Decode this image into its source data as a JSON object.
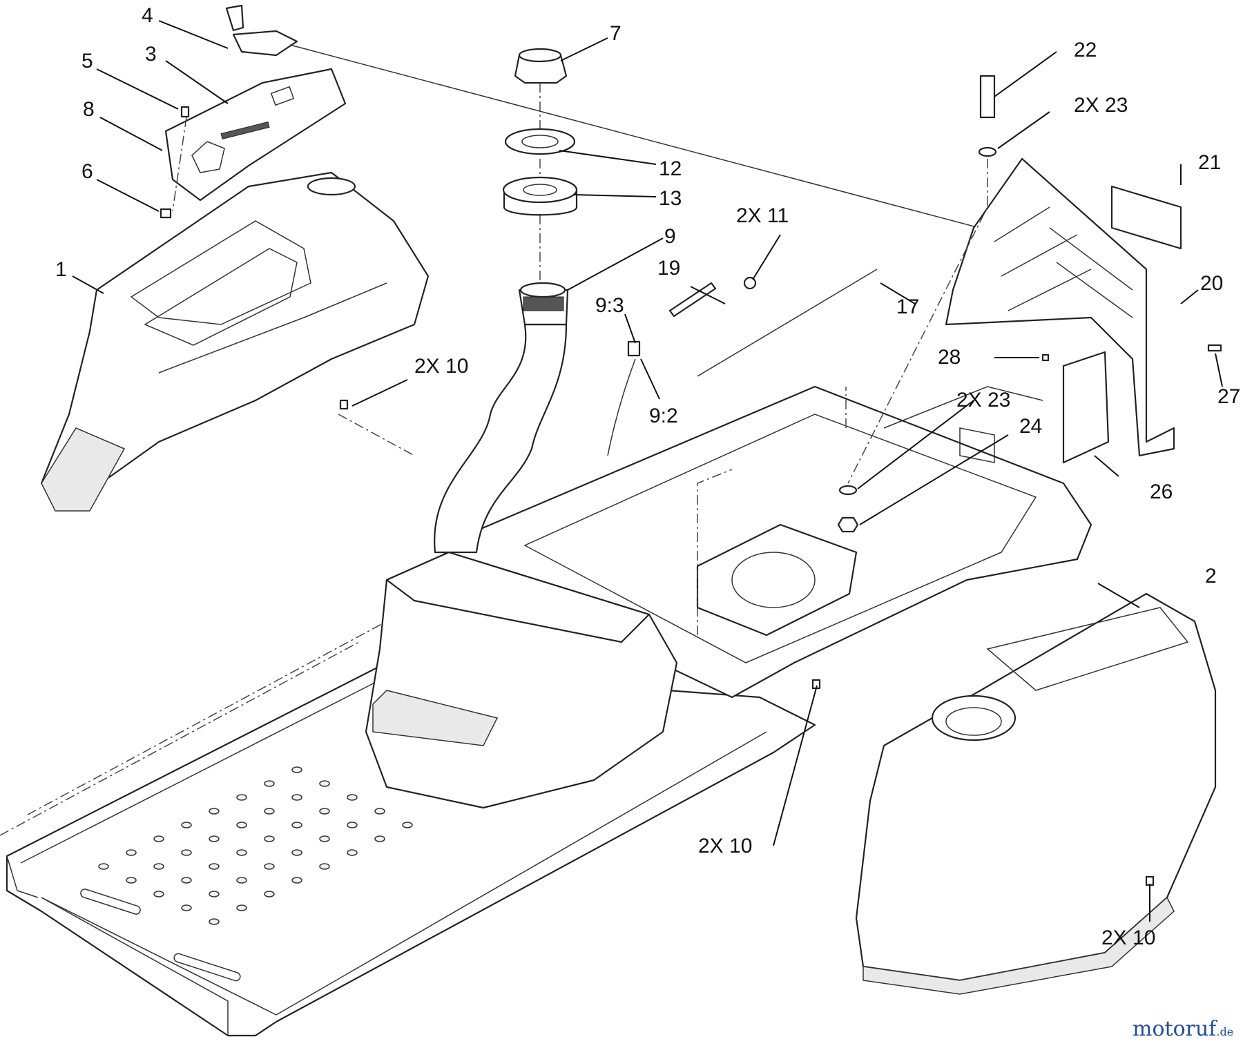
{
  "callouts": [
    {
      "id": "c1",
      "label": "1"
    },
    {
      "id": "c2",
      "label": "2"
    },
    {
      "id": "c3",
      "label": "3"
    },
    {
      "id": "c4",
      "label": "4"
    },
    {
      "id": "c5",
      "label": "5"
    },
    {
      "id": "c6",
      "label": "6"
    },
    {
      "id": "c7",
      "label": "7"
    },
    {
      "id": "c8",
      "label": "8"
    },
    {
      "id": "c9",
      "label": "9"
    },
    {
      "id": "c9-3",
      "label": "9:3"
    },
    {
      "id": "c9-2",
      "label": "9:2"
    },
    {
      "id": "c10a",
      "label": "2X 10"
    },
    {
      "id": "c10b",
      "label": "2X 10"
    },
    {
      "id": "c10c",
      "label": "2X 10"
    },
    {
      "id": "c11",
      "label": "2X  11"
    },
    {
      "id": "c12",
      "label": "12"
    },
    {
      "id": "c13",
      "label": "13"
    },
    {
      "id": "c17",
      "label": "17"
    },
    {
      "id": "c19",
      "label": "19"
    },
    {
      "id": "c20",
      "label": "20"
    },
    {
      "id": "c21",
      "label": "21"
    },
    {
      "id": "c22",
      "label": "22"
    },
    {
      "id": "c23a",
      "label": "2X  23"
    },
    {
      "id": "c23b",
      "label": "2X 23"
    },
    {
      "id": "c24",
      "label": "24"
    },
    {
      "id": "c26",
      "label": "26"
    },
    {
      "id": "c27",
      "label": "27"
    },
    {
      "id": "c28",
      "label": "28"
    }
  ],
  "watermark": {
    "brand": "motoruf",
    "suffix": ".de",
    "colors": {
      "m": "#1f4e9c",
      "o": "#4a9a2f",
      "tail": "#1f4e9c"
    }
  }
}
